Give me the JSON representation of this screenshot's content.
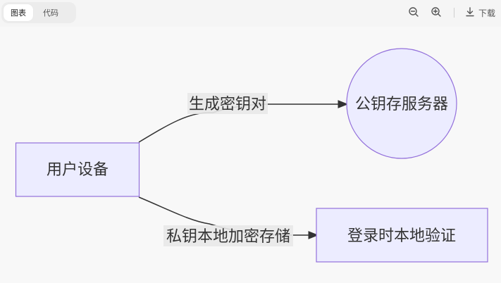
{
  "toolbar": {
    "tab_chart": "图表",
    "tab_code": "代码",
    "download_label": "下载",
    "icons": {
      "zoom_out": "zoom-out-icon",
      "zoom_in": "zoom-in-icon",
      "download": "download-icon"
    }
  },
  "diagram": {
    "nodes": {
      "user_device": "用户设备",
      "public_key_server": "公钥存服务器",
      "login_verify": "登录时本地验证"
    },
    "edges": {
      "generate_keypair": "生成密钥对",
      "store_private_key": "私钥本地加密存储"
    },
    "colors": {
      "node_fill": "#ececff",
      "node_stroke": "#9370db",
      "edge_stroke": "#333333",
      "canvas_bg": "#f8f8f8"
    }
  }
}
